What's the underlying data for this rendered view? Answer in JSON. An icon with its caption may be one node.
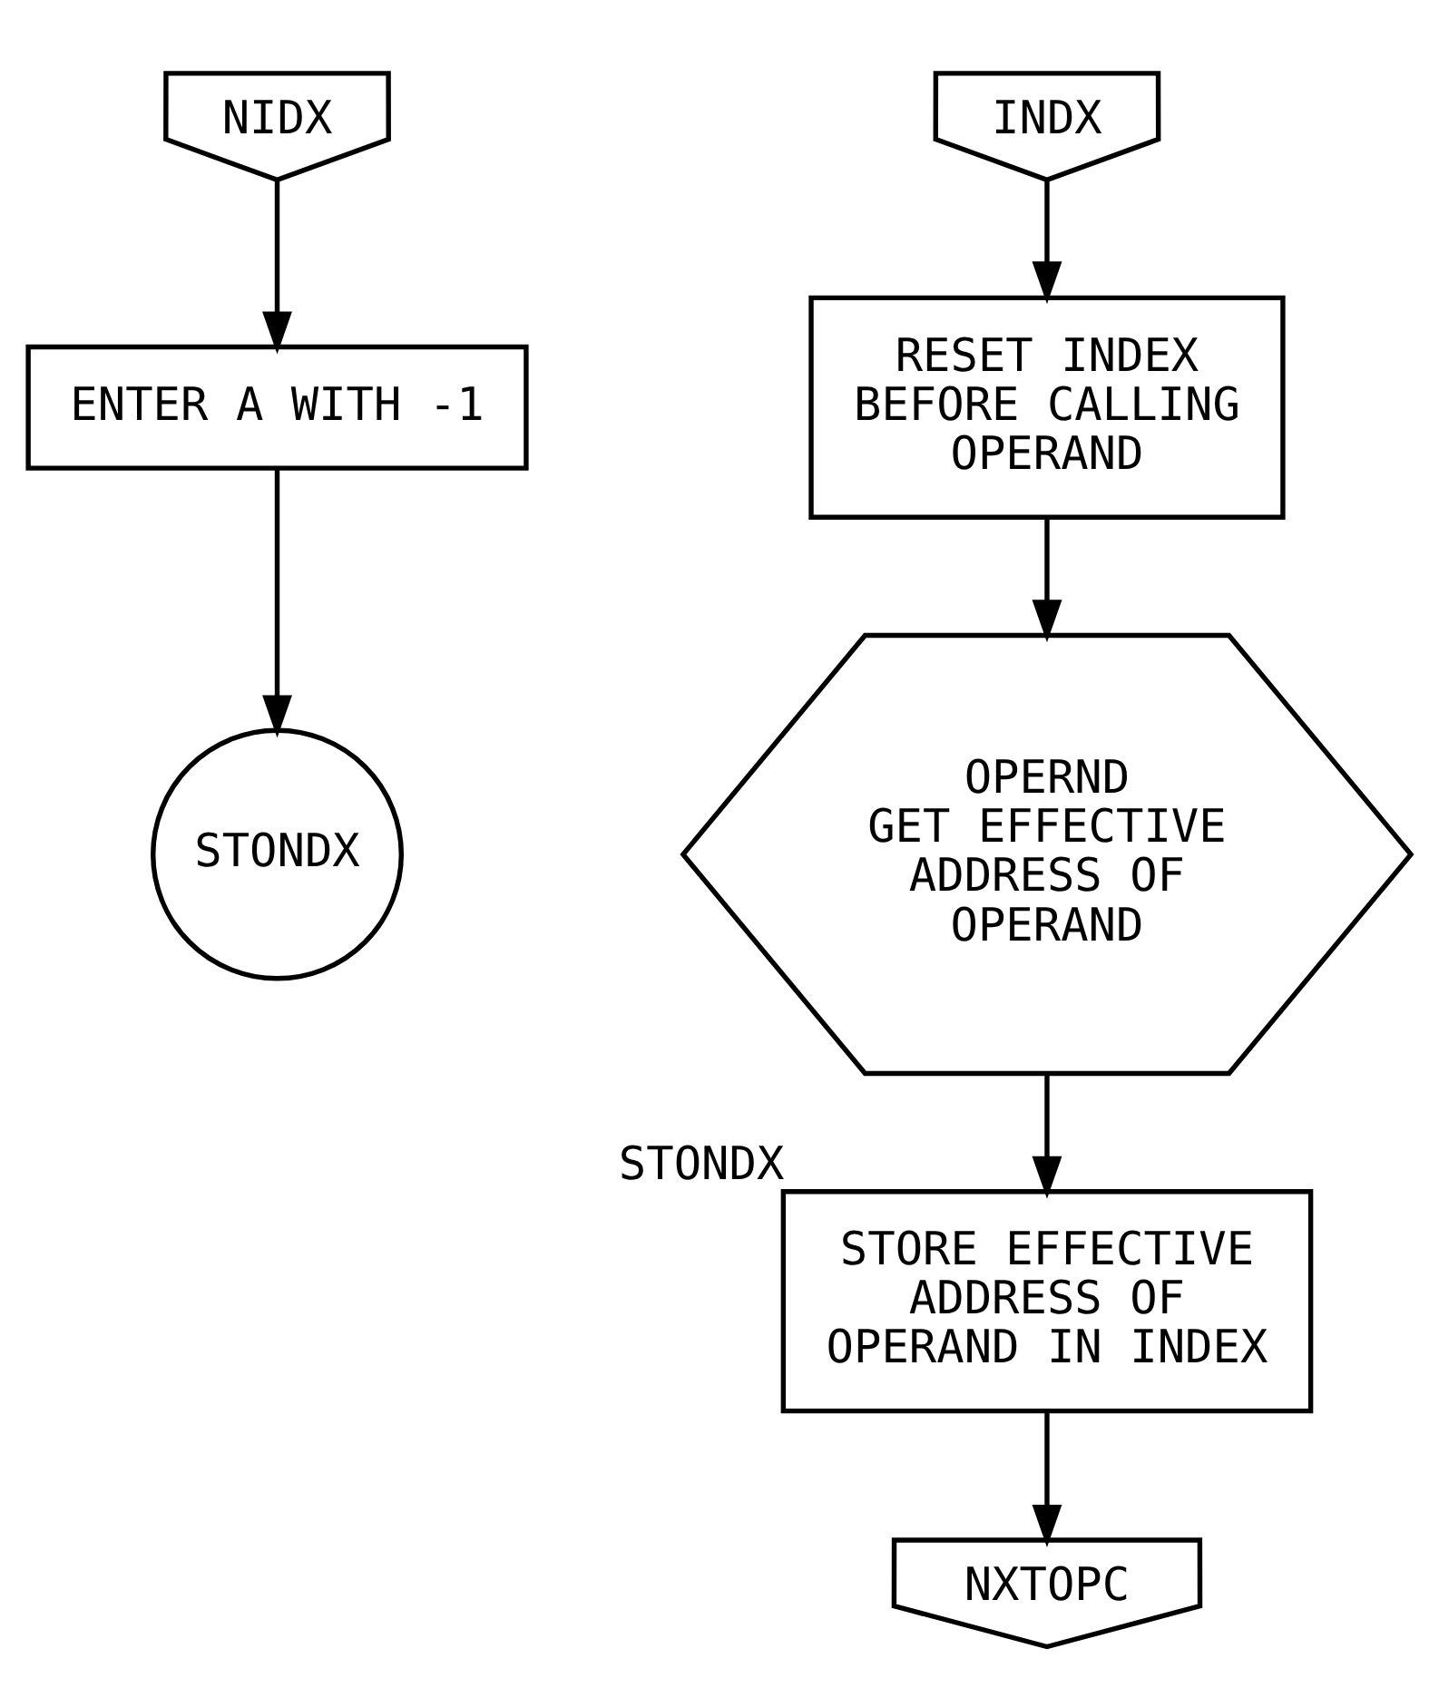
{
  "diagram": {
    "nodes": [
      {
        "text": [
          "NIDX"
        ]
      },
      {
        "text": [
          "ENTER A WITH -1"
        ]
      },
      {
        "text": [
          "STONDX"
        ]
      },
      {
        "text": [
          "INDX"
        ]
      },
      {
        "text": [
          "RESET INDEX BEFORE CALLING OPERAND"
        ]
      },
      {
        "text": [
          "OPERND",
          "GET EFFECTIVE ADDRESS OF OPERAND"
        ]
      },
      {
        "text": [
          "STORE EFFECTIVE ADDRESS OF OPERAND IN INDEX"
        ],
        "beside": [
          "STONDX"
        ]
      },
      {
        "text": [
          "NXTOPC"
        ]
      }
    ],
    "edges": [
      {
        "from": 0,
        "to": 1,
        "arrow": "to"
      },
      {
        "from": 1,
        "to": 2,
        "arrow": "to"
      },
      {
        "from": 3,
        "to": 4,
        "arrow": "to"
      },
      {
        "from": 4,
        "to": 5,
        "arrow": "to"
      },
      {
        "from": 5,
        "to": 6,
        "arrow": "to"
      },
      {
        "from": 6,
        "to": 7,
        "arrow": "to"
      }
    ]
  }
}
